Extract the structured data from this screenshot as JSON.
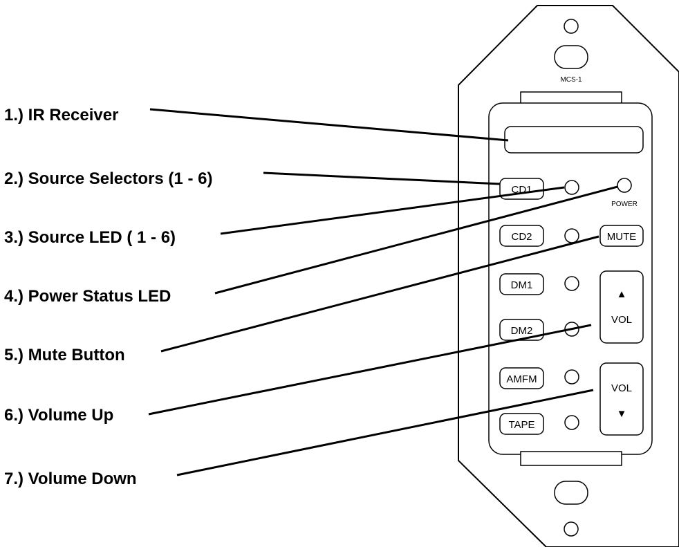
{
  "callouts": [
    {
      "label": "1.) IR Receiver"
    },
    {
      "label": "2.) Source Selectors (1 - 6)"
    },
    {
      "label": "3.) Source LED ( 1 - 6)"
    },
    {
      "label": "4.) Power Status LED"
    },
    {
      "label": "5.) Mute Button"
    },
    {
      "label": "6.) Volume Up"
    },
    {
      "label": "7.) Volume Down"
    }
  ],
  "plate": {
    "model": "MCS-1",
    "power_label": "POWER",
    "mute_label": "MUTE",
    "vol_up_label": "VOL",
    "vol_up_arrow": "▲",
    "vol_down_label": "VOL",
    "vol_down_arrow": "▼",
    "sources": [
      {
        "label": "CD1"
      },
      {
        "label": "CD2"
      },
      {
        "label": "DM1"
      },
      {
        "label": "DM2"
      },
      {
        "label": "AMFM"
      },
      {
        "label": "TAPE"
      }
    ]
  }
}
